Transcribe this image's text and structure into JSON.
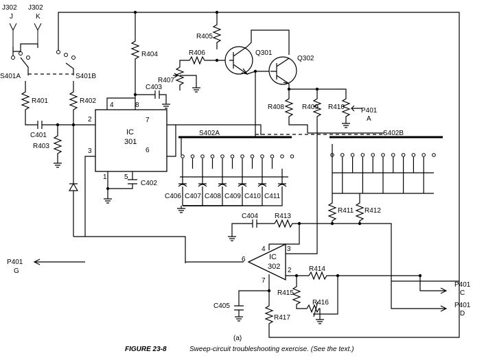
{
  "figure": {
    "sub_label": "(a)",
    "caption_num": "FIGURE 23-8",
    "caption_text": "Sweep-circuit troubleshooting exercise. (See the text.)"
  },
  "labels": {
    "j302": "J302",
    "j": "J",
    "k": "K",
    "s401a": "S401A",
    "s401b": "S401B",
    "r401": "R401",
    "r402": "R402",
    "r403": "R403",
    "r404": "R404",
    "r405": "R405",
    "r406": "R406",
    "r407": "R407",
    "r408": "R408",
    "r409": "R409",
    "r410": "R410",
    "r411": "R411",
    "r412": "R412",
    "r413": "R413",
    "r414": "R414",
    "r415": "R415",
    "r416": "R416",
    "r417": "R417",
    "c401": "C401",
    "c402": "C402",
    "c403": "C403",
    "c404": "C404",
    "c405": "C405",
    "c406": "C406",
    "c407": "C407",
    "c408": "C408",
    "c409": "C409",
    "c410": "C410",
    "c411": "C411",
    "q301": "Q301",
    "q302": "Q302",
    "ic301_a": "IC",
    "ic301_b": "301",
    "ic302_a": "IC",
    "ic302_b": "302",
    "s402a": "S402A",
    "s402b": "S402B",
    "p401": "P401",
    "pa": "A",
    "pc": "C",
    "pd": "D",
    "pg": "G",
    "pin1": "1",
    "pin2": "2",
    "pin3": "3",
    "pin4": "4",
    "pin5": "5",
    "pin6": "6",
    "pin7": "7",
    "pin8": "8",
    "op_pin2": "2",
    "op_pin3": "3",
    "op_pin4": "4",
    "op_pin6": "6",
    "op_pin7": "7"
  }
}
